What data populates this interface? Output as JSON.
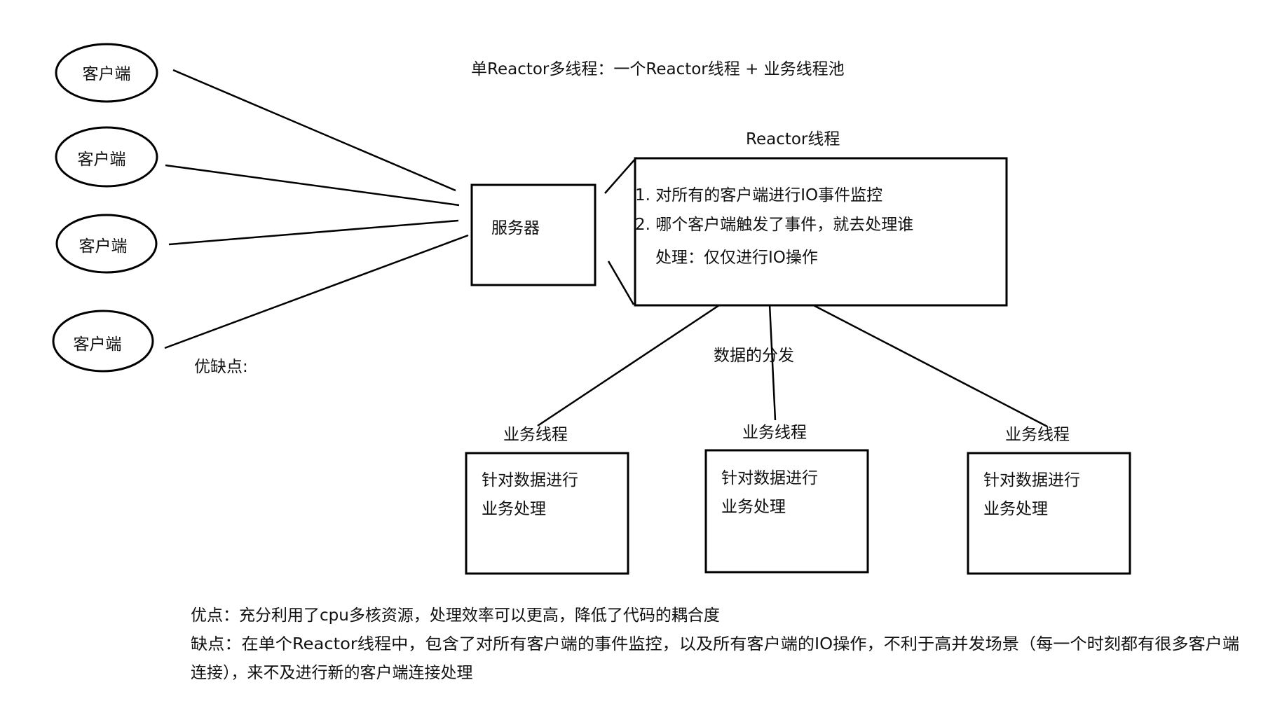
{
  "title": "单Reactor多线程：一个Reactor线程 + 业务线程池",
  "clients": [
    "客户端",
    "客户端",
    "客户端",
    "客户端"
  ],
  "server": {
    "label": "服务器"
  },
  "reactor": {
    "title": "Reactor线程",
    "lines": [
      "1. 对所有的客户端进行IO事件监控",
      "2. 哪个客户端触发了事件，就去处理谁",
      "处理：仅仅进行IO操作"
    ]
  },
  "dispatch_label": "数据的分发",
  "workers": [
    {
      "title": "业务线程",
      "line1": "针对数据进行",
      "line2": "业务处理"
    },
    {
      "title": "业务线程",
      "line1": "针对数据进行",
      "line2": "业务处理"
    },
    {
      "title": "业务线程",
      "line1": "针对数据进行",
      "line2": "业务处理"
    }
  ],
  "pros_cons_heading": "优缺点:",
  "notes": {
    "pros": "优点：充分利用了cpu多核资源，处理效率可以更高，降低了代码的耦合度",
    "cons_line1": "缺点：在单个Reactor线程中，包含了对所有客户端的事件监控，以及所有客户端的IO操作，不利于高并发场景（每一个时刻都有很多客户端",
    "cons_line2": "连接），来不及进行新的客户端连接处理"
  }
}
